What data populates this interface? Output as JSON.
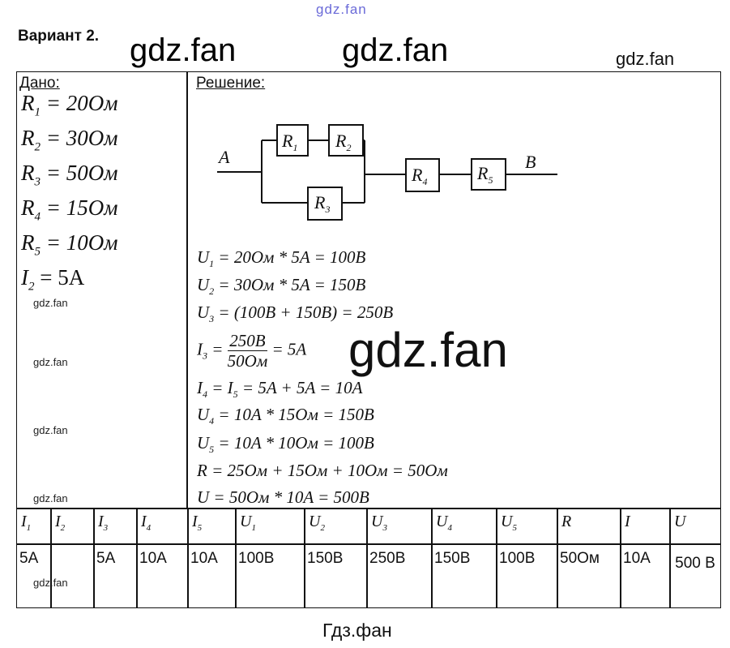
{
  "watermarks": {
    "top": "gdz.fan",
    "big": "gdz.fan",
    "small": "gdz.fan",
    "right": "gdz.fan"
  },
  "title": "Вариант 2.",
  "given": {
    "header": "Дано:",
    "items": [
      {
        "sym": "R",
        "sub": "1",
        "val": "= 20Ом"
      },
      {
        "sym": "R",
        "sub": "2",
        "val": "= 30Ом"
      },
      {
        "sym": "R",
        "sub": "3",
        "val": "= 50Ом"
      },
      {
        "sym": "R",
        "sub": "4",
        "val": "= 15Ом"
      },
      {
        "sym": "R",
        "sub": "5",
        "val": "= 10Ом"
      },
      {
        "sym": "I",
        "sub": "2",
        "val": "= 5A"
      }
    ]
  },
  "solution": {
    "header": "Решение:",
    "circuit": {
      "node_a": "A",
      "node_b": "B",
      "r1": "R1",
      "r2": "R2",
      "r3": "R3",
      "r4": "R4",
      "r5": "R5"
    },
    "lines": [
      {
        "sym": "U",
        "sub": "1",
        "rest": "= 20Ом * 5A = 100B"
      },
      {
        "sym": "U",
        "sub": "2",
        "rest": "= 30Ом * 5A = 150B"
      },
      {
        "sym": "U",
        "sub": "3",
        "rest": "= (100B + 150B) = 250B"
      },
      {
        "sym": "I",
        "sub": "3",
        "rest": "=",
        "num": "250B",
        "den": "50Ом",
        "after": "= 5A"
      },
      {
        "sym": "I",
        "sub": "4",
        "rest": "= I",
        "sub2": "5",
        "rest2": "= 5A + 5A = 10A"
      },
      {
        "sym": "U",
        "sub": "4",
        "rest": "= 10A * 15Ом = 150B"
      },
      {
        "sym": "U",
        "sub": "5",
        "rest": "= 10A * 10Ом = 100B"
      },
      {
        "sym": "R",
        "sub": "",
        "rest": "= 25Ом + 15Ом + 10Ом = 50Ом"
      },
      {
        "sym": "U",
        "sub": "",
        "rest": "= 50Ом * 10A = 500B"
      }
    ]
  },
  "table": {
    "headers": [
      {
        "s": "I",
        "b": "1"
      },
      {
        "s": "I",
        "b": "2"
      },
      {
        "s": "I",
        "b": "3"
      },
      {
        "s": "I",
        "b": "4"
      },
      {
        "s": "I",
        "b": "5"
      },
      {
        "s": "U",
        "b": "1"
      },
      {
        "s": "U",
        "b": "2"
      },
      {
        "s": "U",
        "b": "3"
      },
      {
        "s": "U",
        "b": "4"
      },
      {
        "s": "U",
        "b": "5"
      },
      {
        "s": "R",
        "b": ""
      },
      {
        "s": "I",
        "b": ""
      },
      {
        "s": "U",
        "b": ""
      }
    ],
    "values": [
      "5A",
      "",
      "5A",
      "10A",
      "10A",
      "100B",
      "150B",
      "250B",
      "150B",
      "100B",
      "50Ом",
      "10A",
      "500 B"
    ]
  },
  "footer": "Гдз.фан"
}
